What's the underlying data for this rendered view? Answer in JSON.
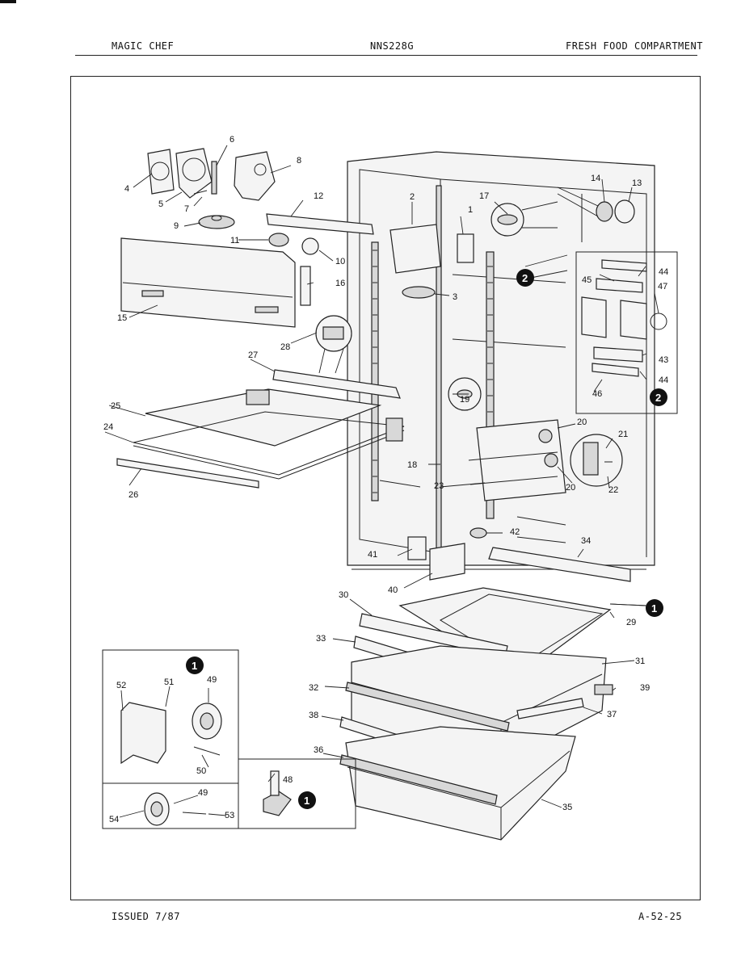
{
  "header": {
    "brand": "MAGIC CHEF",
    "model": "NNS228G",
    "section": "FRESH FOOD COMPARTMENT"
  },
  "footer": {
    "issued": "ISSUED 7/87",
    "page_code": "A-52-25"
  },
  "callouts": {
    "detail_1": "1",
    "detail_2": "2"
  },
  "part_labels": {
    "p1": "1",
    "p2": "2",
    "p3": "3",
    "p4": "4",
    "p5": "5",
    "p6": "6",
    "p7": "7",
    "p8": "8",
    "p9": "9",
    "p10": "10",
    "p11": "11",
    "p12": "12",
    "p13": "13",
    "p14": "14",
    "p15": "15",
    "p16": "16",
    "p17": "17",
    "p18": "18",
    "p19": "19",
    "p20a": "20",
    "p20b": "20",
    "p21": "21",
    "p22": "22",
    "p23": "23",
    "p24": "24",
    "p25": "25",
    "p26": "26",
    "p27": "27",
    "p28": "28",
    "p29": "29",
    "p30": "30",
    "p31": "31",
    "p32": "32",
    "p33": "33",
    "p34": "34",
    "p35": "35",
    "p36": "36",
    "p37": "37",
    "p38": "38",
    "p39": "39",
    "p40": "40",
    "p41": "41",
    "p42": "42",
    "p43": "43",
    "p44a": "44",
    "p44b": "44",
    "p45": "45",
    "p46": "46",
    "p47": "47",
    "p48": "48",
    "p49a": "49",
    "p49b": "49",
    "p50": "50",
    "p51": "51",
    "p52": "52",
    "p53": "53",
    "p54": "54"
  }
}
